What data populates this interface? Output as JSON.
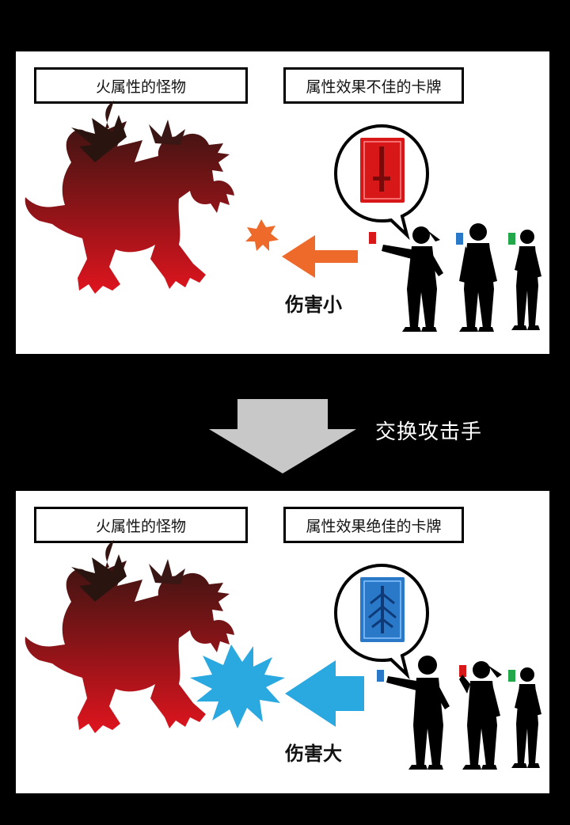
{
  "panels": {
    "top": {
      "monster_label": "火属性的怪物",
      "card_label": "属性效果不佳的卡牌",
      "damage": "伤害小"
    },
    "bottom": {
      "monster_label": "火属性的怪物",
      "card_label": "属性效果绝佳的卡牌",
      "damage": "伤害大"
    }
  },
  "transition": {
    "label": "交换攻击手"
  },
  "colors": {
    "background": "#000000",
    "panel": "#ffffff",
    "monster_top": "#2a1410",
    "monster_bottom": "#e0141e",
    "fire_card": "#d81818",
    "water_card": "#2a78c8",
    "wood_card": "#22a84a",
    "weak_arrow": "#ee6a2a",
    "strong_arrow": "#2aa8e0",
    "transition_arrow": "#c8c8c8"
  },
  "icons": [
    "monster-silhouette",
    "player-silhouette",
    "sword-card-icon",
    "tree-card-icon",
    "impact-burst-icon",
    "arrow-left-icon",
    "arrow-down-icon"
  ]
}
